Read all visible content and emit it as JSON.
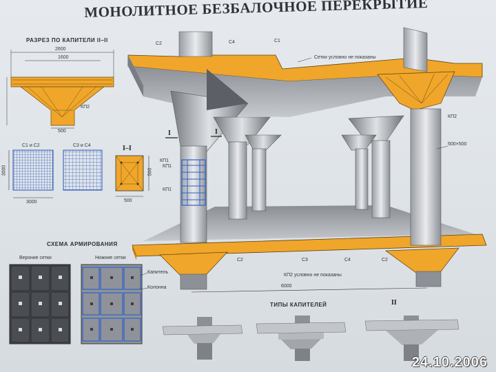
{
  "title": "МОНОЛИТНОЕ БЕЗБАЛОЧНОЕ ПЕРЕКРЫТИЕ",
  "section_capital": {
    "heading": "РАЗРЕЗ ПО КАПИТЕЛИ II–II",
    "dim_top": "2600",
    "dim_top2": "1600",
    "dim_bottom": "500",
    "label_kp": "КП2"
  },
  "meshes": {
    "left_label": "С1 и С2",
    "right_label": "С3 и С4",
    "dim_side": "3000",
    "dim_bottom": "3000"
  },
  "section_column": {
    "heading": "I–I",
    "label_kp": "КП1",
    "dim_side": "500",
    "dim_bottom": "500"
  },
  "reinforcement": {
    "heading": "СХЕМА АРМИРОВАНИЯ",
    "top_mesh_label": "Верхние сетки",
    "bottom_mesh_label": "Нижние сетки",
    "legend_capital": "Капитель",
    "legend_column": "Колонна"
  },
  "main_drawing": {
    "labels": {
      "c2_top": "С2",
      "c4_top": "С4",
      "c1_top": "С1",
      "mesh_note": "Сетки условно не показаны",
      "kp2_right": "КП2",
      "col_size": "500×500",
      "kp1_a": "КП1",
      "kp1_b": "КП1",
      "cut_I_left": "I",
      "cut_I_right": "I",
      "c2_bottom_a": "С2",
      "c3_bottom": "С3",
      "c4_bottom": "С4",
      "c2_bottom_b": "С2",
      "kp2_note": "КП2 условно не показаны",
      "dim_6000": "6000"
    }
  },
  "capital_types": {
    "heading": "ТИПЫ КАПИТЕЛЕЙ",
    "cut_mark": "II"
  },
  "photo_date": "24.10.2006",
  "colors": {
    "concrete": "#b9bcc0",
    "concrete_dark": "#7f8389",
    "orange": "#f0a62a",
    "mesh_blue": "#3b67c8",
    "background": "#e2e6ea"
  }
}
